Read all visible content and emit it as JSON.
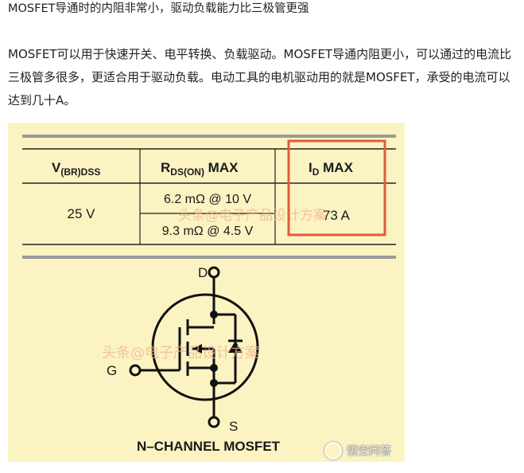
{
  "heading": "MOSFET导通时的内阻非常小，驱动负载能力比三极管更强",
  "paragraph": "MOSFET可以用于快速开关、电平转换、负载驱动。MOSFET导通内阻更小，可以通过的电流比三极管多很多，更适合用于驱动负载。电动工具的电机驱动用的就是MOSFET，承受的电流可以达到几十A。",
  "spec_table": {
    "col1_header": {
      "main": "V",
      "sub": "(BR)DSS"
    },
    "col2_header": {
      "main": "R",
      "sub": "DS(ON)",
      "suffix": " MAX"
    },
    "col3_header": {
      "main": "I",
      "sub": "D",
      "suffix": " MAX"
    },
    "vbrdss": "25 V",
    "rdson_1": "6.2 mΩ @ 10 V",
    "rdson_2": "9.3 mΩ @ 4.5 V",
    "id_max": "73 A",
    "highlight_color": "#e05a3c"
  },
  "symbol": {
    "drain_label": "D",
    "gate_label": "G",
    "source_label": "S",
    "caption": "N–CHANNEL MOSFET"
  },
  "watermarks": {
    "table": "头条@电子产品设计方案",
    "symbol": "头条@电子产品设计方案",
    "corner": "悟空问答"
  },
  "colors": {
    "figure_bg": "#fbf3c2",
    "rule": "#9a9a9a"
  }
}
